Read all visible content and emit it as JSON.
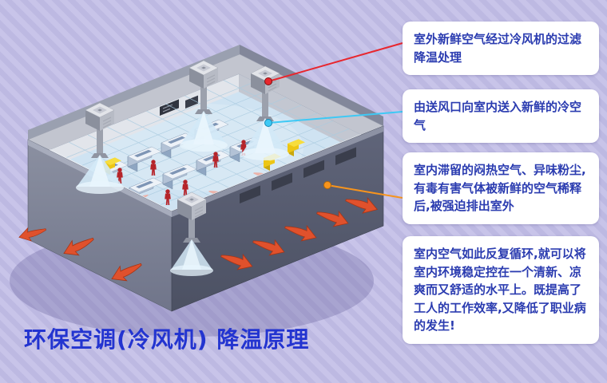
{
  "title": "环保空调(冷风机)  降温原理",
  "callouts": [
    {
      "text": "室外新鲜空气经过冷风机的过滤降温处理",
      "connector_color": "#e8262d"
    },
    {
      "text": "由送风口向室内送入新鲜的冷空气",
      "connector_color": "#3ec9f5"
    },
    {
      "text": "室内滞留的闷热空气、异味粉尘,有毒有害气体被新鲜的空气稀释后,被强迫排出室外",
      "connector_color": "#f7941d"
    },
    {
      "text": "室内空气如此反复循环,就可以将室内环境稳定控在一个清新、凉爽而又舒适的水平上。既提高了工人的工作效率,又降低了职业病的发生!",
      "connector_color": null
    }
  ],
  "colors": {
    "title": "#2334d0",
    "callout_text": "#2b3cb0",
    "callout_bg": "#ffffff",
    "background": "#c4c0e6"
  },
  "diagram": {
    "type": "isometric-factory-cutaway",
    "parts": [
      "roof-cooler-unit",
      "air-duct",
      "air-diffusion-cone",
      "workshop-floor",
      "machine-unit",
      "worker-figure",
      "exhaust-arrow",
      "wall-louver",
      "yellow-cabinet"
    ],
    "palette": {
      "wall_dark": "#585d6f",
      "wall_light": "#868b9c",
      "roof": "#c2c5cf",
      "floor": "#cfe3f2",
      "worker": "#b5242a",
      "airflow_arrow": "#e0512c",
      "cone": "#d3e9f7",
      "cabinet_yellow": "#edc615"
    }
  }
}
